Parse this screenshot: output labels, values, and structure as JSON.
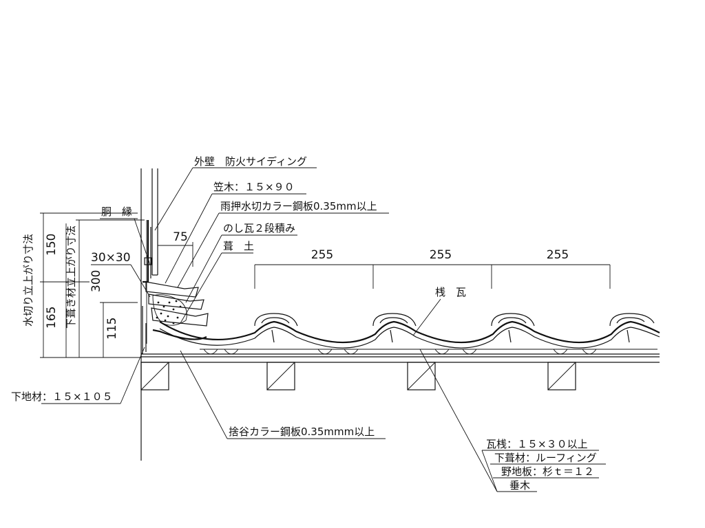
{
  "diagram": {
    "labels": {
      "outer_wall": "外壁　防火サイディング",
      "kasagi": "笠木：１５×９０",
      "amaosae": "雨押水切カラー鋼板0.35mm以上",
      "noshi": "のし瓦２段積み",
      "fukitsuchi": "葺　土",
      "dobuchi": "胴　縁",
      "batten_size": "30×30",
      "sanga": "桟　瓦",
      "shitaji": "下地材：１５×１０５",
      "sutedani": "捨谷カラー鋼板0.35mmm以上",
      "kawarazan": "瓦桟：１５×３０以上",
      "shitabuki": "下葺材：ルーフィング",
      "nojiita": "野地板：杉ｔ＝１２",
      "taruki": "垂木"
    },
    "vertical_labels": {
      "mizukiri": "水切り立上がり寸法",
      "shitabuki_tachiagari": "下葺き材立上がり寸法"
    },
    "dimensions": {
      "d150": "150",
      "d165": "165",
      "d300": "300",
      "d115": "115",
      "d75": "75",
      "spacing": [
        "255",
        "255",
        "255"
      ]
    }
  }
}
